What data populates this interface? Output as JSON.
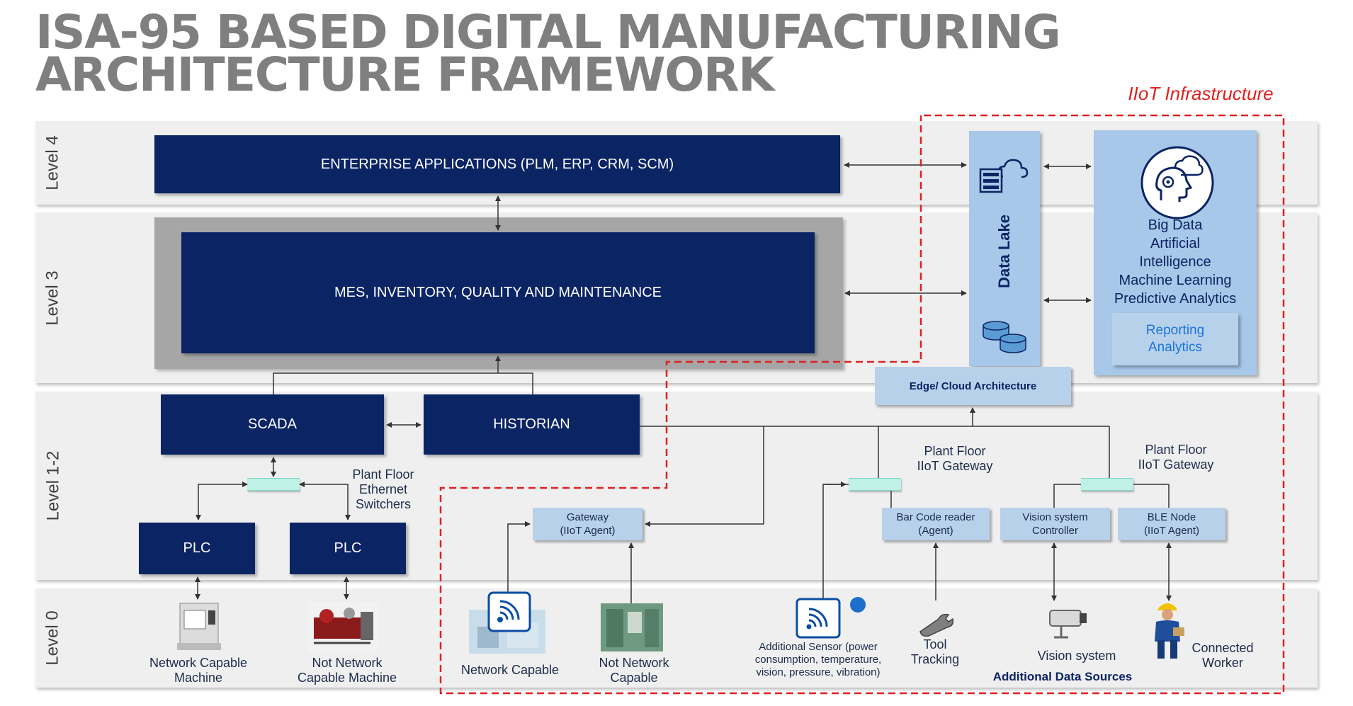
{
  "title": {
    "line1": "ISA-95 BASED DIGITAL MANUFACTURING",
    "line2": "ARCHITECTURE FRAMEWORK"
  },
  "iiot_label": "IIoT Infrastructure",
  "levels": {
    "l4": "Level 4",
    "l3": "Level 3",
    "l12": "Level 1-2",
    "l0": "Level 0"
  },
  "boxes": {
    "enterprise": "ENTERPRISE APPLICATIONS (PLM, ERP, CRM, SCM)",
    "mes": "MES, INVENTORY, QUALITY AND MAINTENANCE",
    "scada": "SCADA",
    "historian": "HISTORIAN",
    "plc1": "PLC",
    "plc2": "PLC",
    "data_lake": "Data Lake",
    "analytics": [
      "Big Data",
      "Artificial",
      "Intelligence",
      "Machine Learning",
      "Predictive Analytics"
    ],
    "reporting": [
      "Reporting",
      "Analytics"
    ],
    "edge": "Edge/ Cloud Architecture",
    "gateway": [
      "Gateway",
      "(IIoT Agent)"
    ],
    "barcode": [
      "Bar Code reader",
      "(Agent)"
    ],
    "vision_ctrl": [
      "Vision system",
      "Controller"
    ],
    "ble": [
      "BLE Node",
      "(IIoT Agent)"
    ]
  },
  "labels": {
    "switchers": [
      "Plant Floor",
      "Ethernet",
      "Switchers"
    ],
    "gw1": [
      "Plant Floor",
      "IIoT Gateway"
    ],
    "gw2": [
      "Plant Floor",
      "IIoT Gateway"
    ],
    "net_machine": [
      "Network Capable",
      "Machine"
    ],
    "not_net_machine": [
      "Not Network",
      "Capable Machine"
    ],
    "net_capable": "Network Capable",
    "not_net_capable": [
      "Not Network",
      "Capable"
    ],
    "sensor": [
      "Additional Sensor (power",
      "consumption, temperature,",
      "vision, pressure, vibration)"
    ],
    "tool": [
      "Tool",
      "Tracking"
    ],
    "vision": "Vision system",
    "worker": [
      "Connected",
      "Worker"
    ],
    "additional_sources": "Additional Data Sources"
  },
  "icons": {
    "cloud_server": "cloud-server-icon",
    "database": "database-icon",
    "ai_head": "ai-head-icon",
    "wireless": "wireless-signal-icon",
    "camera": "security-camera-icon",
    "wrench": "wrench-icon",
    "worker": "worker-icon",
    "machine": "machine-icon"
  },
  "colors": {
    "navy": "#0b2463",
    "light_blue": "#b8d1eb",
    "switch": "#bff1e6",
    "iiot_red": "#e02020",
    "title_gray": "#7f7f7f",
    "band": "#efefef"
  }
}
